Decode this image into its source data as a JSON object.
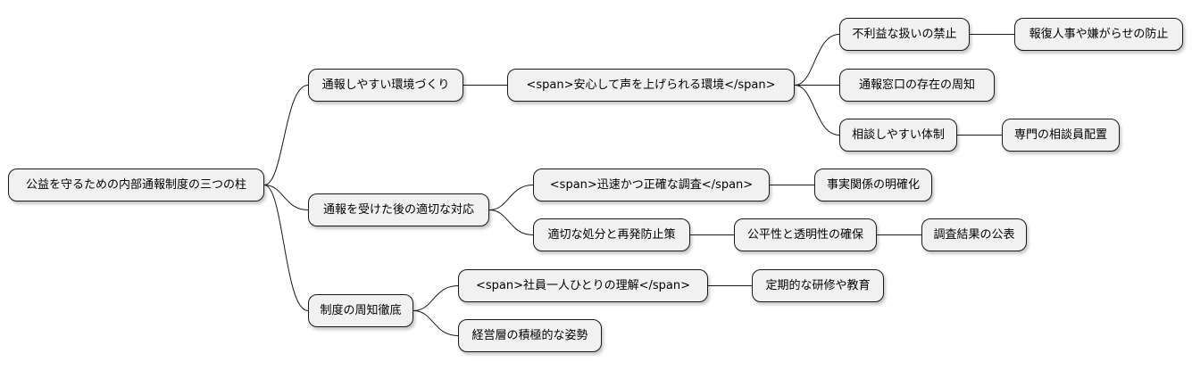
{
  "colors": {
    "node_fill": "#f1f1f1",
    "node_border": "#181818",
    "edge": "#181818",
    "background": "#ffffff"
  },
  "mindmap": {
    "root": "公益を守るための内部通報制度の三つの柱",
    "b1": {
      "label": "通報しやすい環境づくり",
      "c1": "<span>安心して声を上げられる環境</span>",
      "c1a": "不利益な扱いの禁止",
      "c1a1": "報復人事や嫌がらせの防止",
      "c1b": "通報窓口の存在の周知",
      "c1c": "相談しやすい体制",
      "c1c1": "専門の相談員配置"
    },
    "b2": {
      "label": "通報を受けた後の適切な対応",
      "c1": "<span>迅速かつ正確な調査</span>",
      "c1a": "事実関係の明確化",
      "c2": "適切な処分と再発防止策",
      "c2a": "公平性と透明性の確保",
      "c2a1": "調査結果の公表"
    },
    "b3": {
      "label": "制度の周知徹底",
      "c1": "<span>社員一人ひとりの理解</span>",
      "c1a": "定期的な研修や教育",
      "c2": "経営層の積極的な姿勢"
    }
  }
}
